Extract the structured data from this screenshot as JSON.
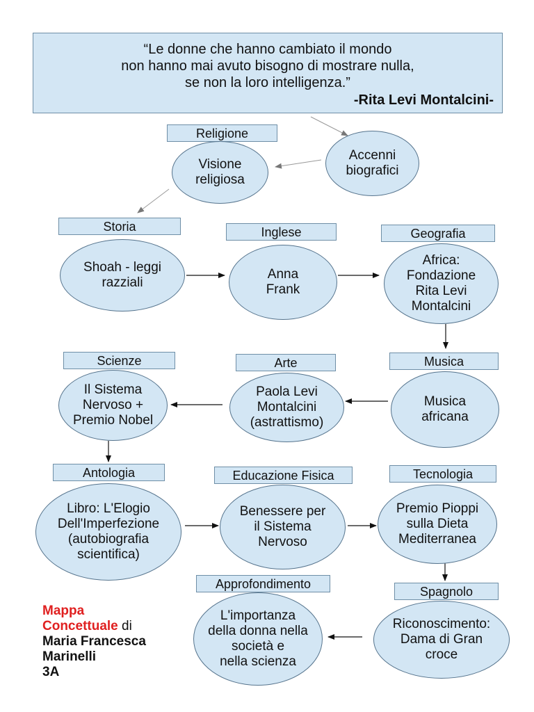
{
  "quote": {
    "line1": "“Le donne che hanno cambiato il mondo",
    "line2": "non hanno mai avuto bisogno di mostrare nulla,",
    "line3": "se non la loro intelligenza.”",
    "author": "-Rita Levi Montalcini-"
  },
  "nodes": {
    "accenni": "Accenni\nbiografici",
    "religione": {
      "label": "Religione",
      "text": "Visione\nreligiosa"
    },
    "storia": {
      "label": "Storia",
      "text": "Shoah - leggi\nrazziali"
    },
    "inglese": {
      "label": "Inglese",
      "text": "Anna\nFrank"
    },
    "geografia": {
      "label": "Geografia",
      "text": "Africa:\nFondazione\nRita Levi\nMontalcini"
    },
    "musica": {
      "label": "Musica",
      "text": "Musica\nafricana"
    },
    "arte": {
      "label": "Arte",
      "text": "Paola Levi\nMontalcini\n(astrattismo)"
    },
    "scienze": {
      "label": "Scienze",
      "text": "Il Sistema\nNervoso +\nPremio Nobel"
    },
    "antologia": {
      "label": "Antologia",
      "text": "Libro: L'Elogio\nDell'Imperfezione\n(autobiografia\nscientifica)"
    },
    "educazione": {
      "label": "Educazione Fisica",
      "text": "Benessere per\nil Sistema\nNervoso"
    },
    "tecnologia": {
      "label": "Tecnologia",
      "text": "Premio Pioppi\nsulla Dieta\nMediterranea"
    },
    "spagnolo": {
      "label": "Spagnolo",
      "text": "Riconoscimento:\nDama di Gran\ncroce"
    },
    "approfondimento": {
      "label": "Approfondimento",
      "text": "L'importanza\ndella donna nella\nsocietà e\nnella scienza"
    }
  },
  "credit": {
    "word1": "Mappa",
    "word2": "Concettuale",
    "di": " di",
    "name1": "Maria Francesca",
    "name2": "Marinelli",
    "class": "3A"
  },
  "colors": {
    "fill": "#d3e6f4",
    "accent_red": "#e02020"
  }
}
